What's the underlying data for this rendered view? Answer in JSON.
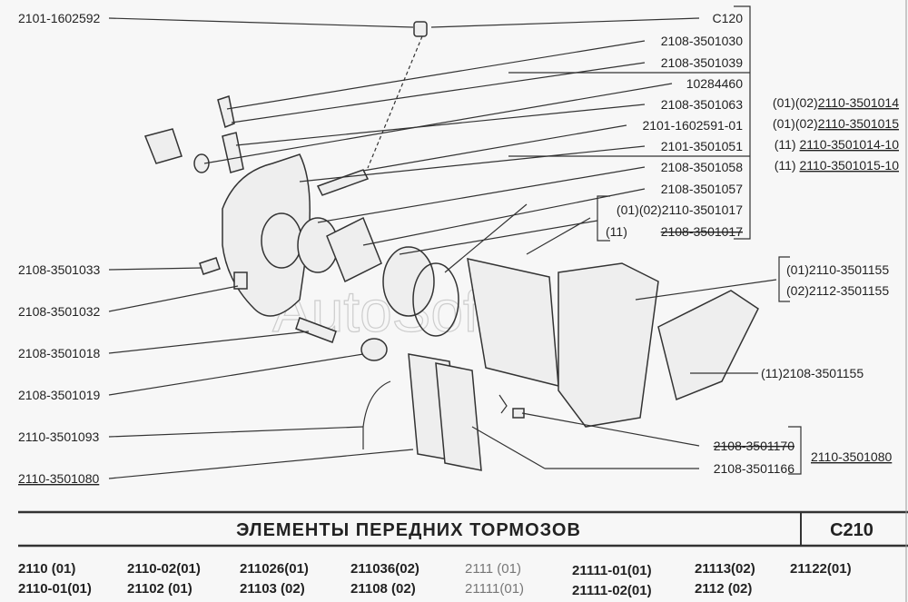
{
  "watermark": "AutoSoft",
  "left_labels": [
    "2101-1602592",
    "2108-3501033",
    "2108-3501032",
    "2108-3501018",
    "2108-3501019",
    "2110-3501093",
    "2110-3501080"
  ],
  "right_labels": [
    "C120",
    "2108-3501030",
    "2108-3501039",
    "10284460",
    "2108-3501063",
    "2101-1602591-01",
    "2101-3501051",
    "2108-3501058",
    "2108-3501057"
  ],
  "piston_variants": {
    "a": "(01)(02)2110-3501017",
    "b_prefix": "(11)",
    "b_code": "2108-3501017"
  },
  "caliper_assemblies": [
    {
      "prefix": "(01)(02)",
      "code": "2110-3501014"
    },
    {
      "prefix": "(01)(02)",
      "code": "2110-3501015"
    },
    {
      "prefix": "(11) ",
      "code": "2110-3501014-10"
    },
    {
      "prefix": "(11) ",
      "code": "2110-3501015-10"
    }
  ],
  "guide_labels": [
    "(01)2110-3501155",
    "(02)2112-3501155",
    "(11)2108-3501155"
  ],
  "pad_labels": [
    "2108-3501170",
    "2108-3501166"
  ],
  "pad_assembly": "2110-3501080",
  "title": "ЭЛЕМЕНТЫ ПЕРЕДНИХ ТОРМОЗОВ",
  "page_code": "C210",
  "models_row1": [
    "2110 (01)",
    "2110-02(01)",
    "211026(01)",
    "211036(02)",
    "2111 (01)",
    "21111-01(01)",
    "21113(02)",
    "21122(01)"
  ],
  "models_row2": [
    "2110-01(01)",
    "21102 (01)",
    "21103 (02)",
    "21108 (02)",
    "21111(01)",
    "21111-02(01)",
    "2112 (02)"
  ]
}
